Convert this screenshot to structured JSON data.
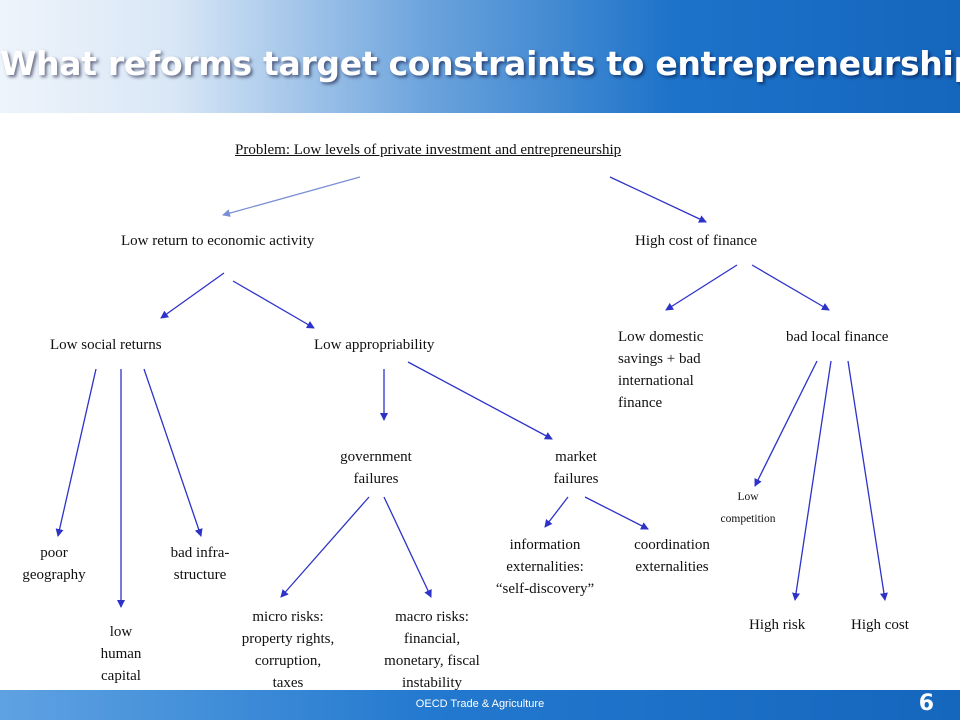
{
  "title": "What reforms target constraints to entrepreneurship?",
  "footer": {
    "text": "OECD Trade & Agriculture",
    "page_number": "6"
  },
  "colors": {
    "arrow": "#2d33c8",
    "arrow_light": "#7a8fd6",
    "header": "#1566bd"
  },
  "nodes": {
    "problem": "Problem: Low levels of private investment and entrepreneurship",
    "low_return": "Low return to economic activity",
    "high_cost_finance": "High cost of finance",
    "low_social_returns": "Low social returns",
    "low_appropriability": "Low appropriability",
    "low_domestic_savings": [
      "Low domestic",
      "savings + bad",
      "international",
      "finance"
    ],
    "bad_local_finance": "bad local finance",
    "government_failures": [
      "government",
      "failures"
    ],
    "market_failures": [
      "market",
      "failures"
    ],
    "low_competition": [
      "Low",
      "competition"
    ],
    "poor_geography": [
      "poor",
      "geography"
    ],
    "bad_infrastructure": [
      "bad infra-",
      "structure"
    ],
    "low_human_capital": [
      "low",
      "human",
      "capital"
    ],
    "information_externalities": [
      "information",
      "externalities:",
      "“self-discovery”"
    ],
    "coordination_externalities": [
      "coordination",
      "externalities"
    ],
    "micro_risks": [
      "micro risks:",
      "property rights,",
      "corruption,",
      "taxes"
    ],
    "macro_risks": [
      "macro risks:",
      "financial,",
      "monetary, fiscal",
      "instability"
    ],
    "high_risk": "High risk",
    "high_cost": "High cost"
  }
}
